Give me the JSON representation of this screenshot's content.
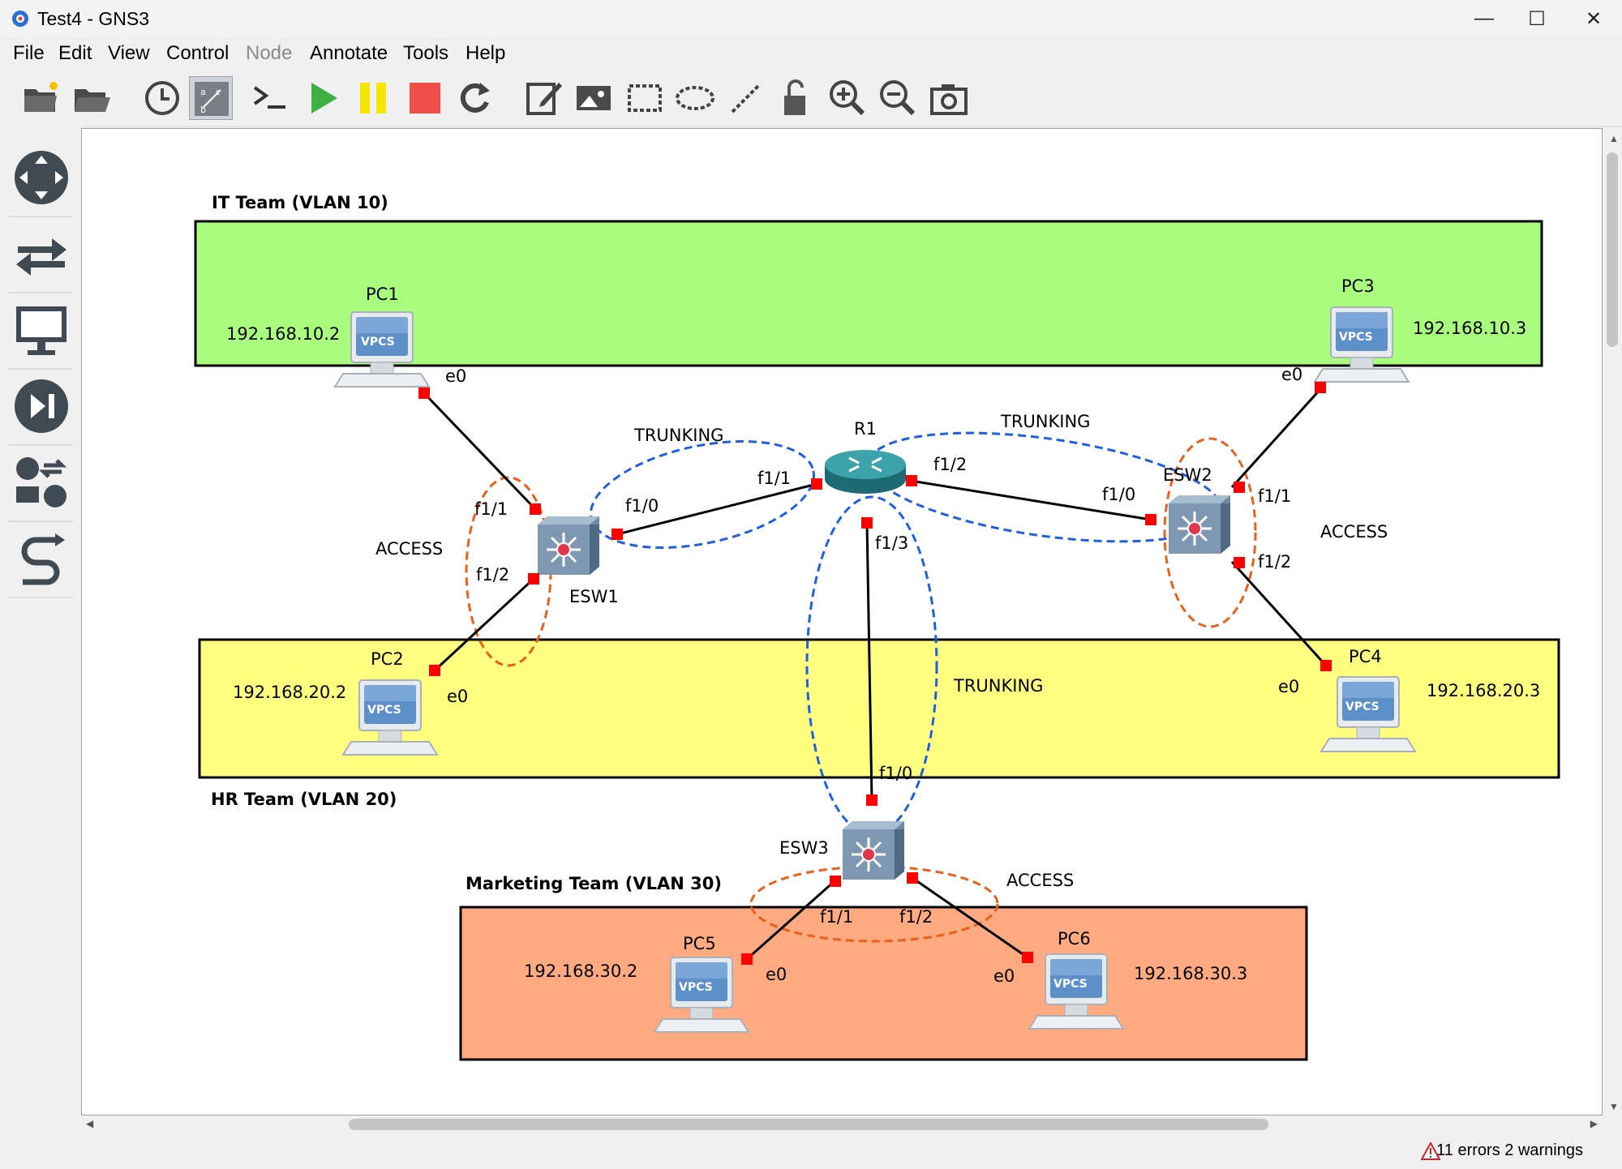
{
  "window": {
    "title": "Test4 - GNS3",
    "minimize": "—",
    "maximize": "☐",
    "close": "✕"
  },
  "menu": [
    {
      "label": "File",
      "enabled": true
    },
    {
      "label": "Edit",
      "enabled": true
    },
    {
      "label": "View",
      "enabled": true
    },
    {
      "label": "Control",
      "enabled": true
    },
    {
      "label": "Node",
      "enabled": false
    },
    {
      "label": "Annotate",
      "enabled": true
    },
    {
      "label": "Tools",
      "enabled": true
    },
    {
      "label": "Help",
      "enabled": true
    }
  ],
  "toolbar_icons": [
    "new-project-icon",
    "open-project-icon",
    "snapshot-clock-icon",
    "show-interface-labels-icon",
    "console-all-icon",
    "start-all-icon",
    "suspend-all-icon",
    "stop-all-icon",
    "reload-all-icon",
    "add-note-icon",
    "insert-image-icon",
    "draw-rectangle-icon",
    "draw-ellipse-icon",
    "draw-line-icon",
    "lock-unlock-icon",
    "zoom-in-icon",
    "zoom-out-icon",
    "screenshot-icon"
  ],
  "dock_icons": [
    "browse-routers-icon",
    "browse-switches-icon",
    "browse-end-devices-icon",
    "browse-security-devices-icon",
    "browse-all-devices-icon",
    "add-link-icon"
  ],
  "zones": {
    "it": {
      "label": "IT Team (VLAN 10)",
      "color": "#a8fd7f"
    },
    "hr": {
      "label": "HR Team (VLAN 20)",
      "color": "#ffff80"
    },
    "mkt": {
      "label": "Marketing Team (VLAN 30)",
      "color": "#ffaa80"
    }
  },
  "nodes": {
    "pc1": {
      "name": "PC1",
      "ip": "192.168.10.2",
      "badge": "VPCS"
    },
    "pc2": {
      "name": "PC2",
      "ip": "192.168.20.2",
      "badge": "VPCS"
    },
    "pc3": {
      "name": "PC3",
      "ip": "192.168.10.3",
      "badge": "VPCS"
    },
    "pc4": {
      "name": "PC4",
      "ip": "192.168.20.3",
      "badge": "VPCS"
    },
    "pc5": {
      "name": "PC5",
      "ip": "192.168.30.2",
      "badge": "VPCS"
    },
    "pc6": {
      "name": "PC6",
      "ip": "192.168.30.3",
      "badge": "VPCS"
    },
    "r1": {
      "name": "R1"
    },
    "esw1": {
      "name": "ESW1"
    },
    "esw2": {
      "name": "ESW2"
    },
    "esw3": {
      "name": "ESW3"
    }
  },
  "ports": {
    "e0": "e0",
    "f1_0": "f1/0",
    "f1_1": "f1/1",
    "f1_2": "f1/2",
    "f1_3": "f1/3"
  },
  "link_types": {
    "trunking": "TRUNKING",
    "access": "ACCESS"
  },
  "status": {
    "text": "11 errors 2 warnings"
  },
  "colors": {
    "trunk_ellipse": "#1f5fe0",
    "access_ellipse": "#e8601a",
    "port": "#ff0000"
  }
}
